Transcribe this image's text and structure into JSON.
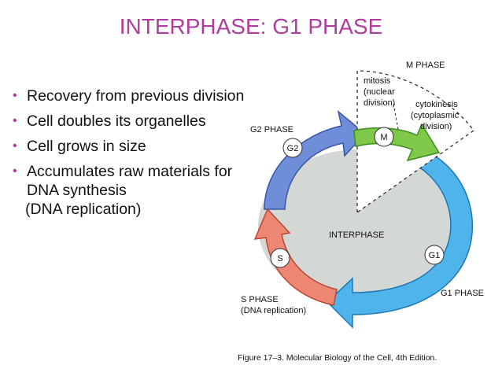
{
  "slide": {
    "title": "INTERPHASE: G1 PHASE",
    "bullets": [
      "Recovery from previous division",
      "Cell doubles its organelles",
      "Cell grows in size",
      "Accumulates raw materials  for DNA synthesis"
    ],
    "bullet_continuation": "(DNA  replication)"
  },
  "diagram": {
    "m_phase_label": "M PHASE",
    "mitosis_label": [
      "mitosis",
      "(nuclear",
      "division)"
    ],
    "cytokinesis_label": [
      "cytokinesis",
      "(cytoplasmic",
      "division)"
    ],
    "g2_phase_label": "G2 PHASE",
    "g2_short": "G2",
    "m_short": "M",
    "interphase_label": "INTERPHASE",
    "s_short": "S",
    "g1_short": "G1",
    "g1_phase_label": "G1 PHASE",
    "s_phase_label": [
      "S PHASE",
      "(DNA replication)"
    ],
    "caption": "Figure 17–3. Molecular Biology of the Cell, 4th Edition.",
    "colors": {
      "g2": "#6f8ed8",
      "m": "#7ec84a",
      "g1": "#4fb4ea",
      "s": "#ee8674",
      "core": "#d4d8d4"
    }
  }
}
